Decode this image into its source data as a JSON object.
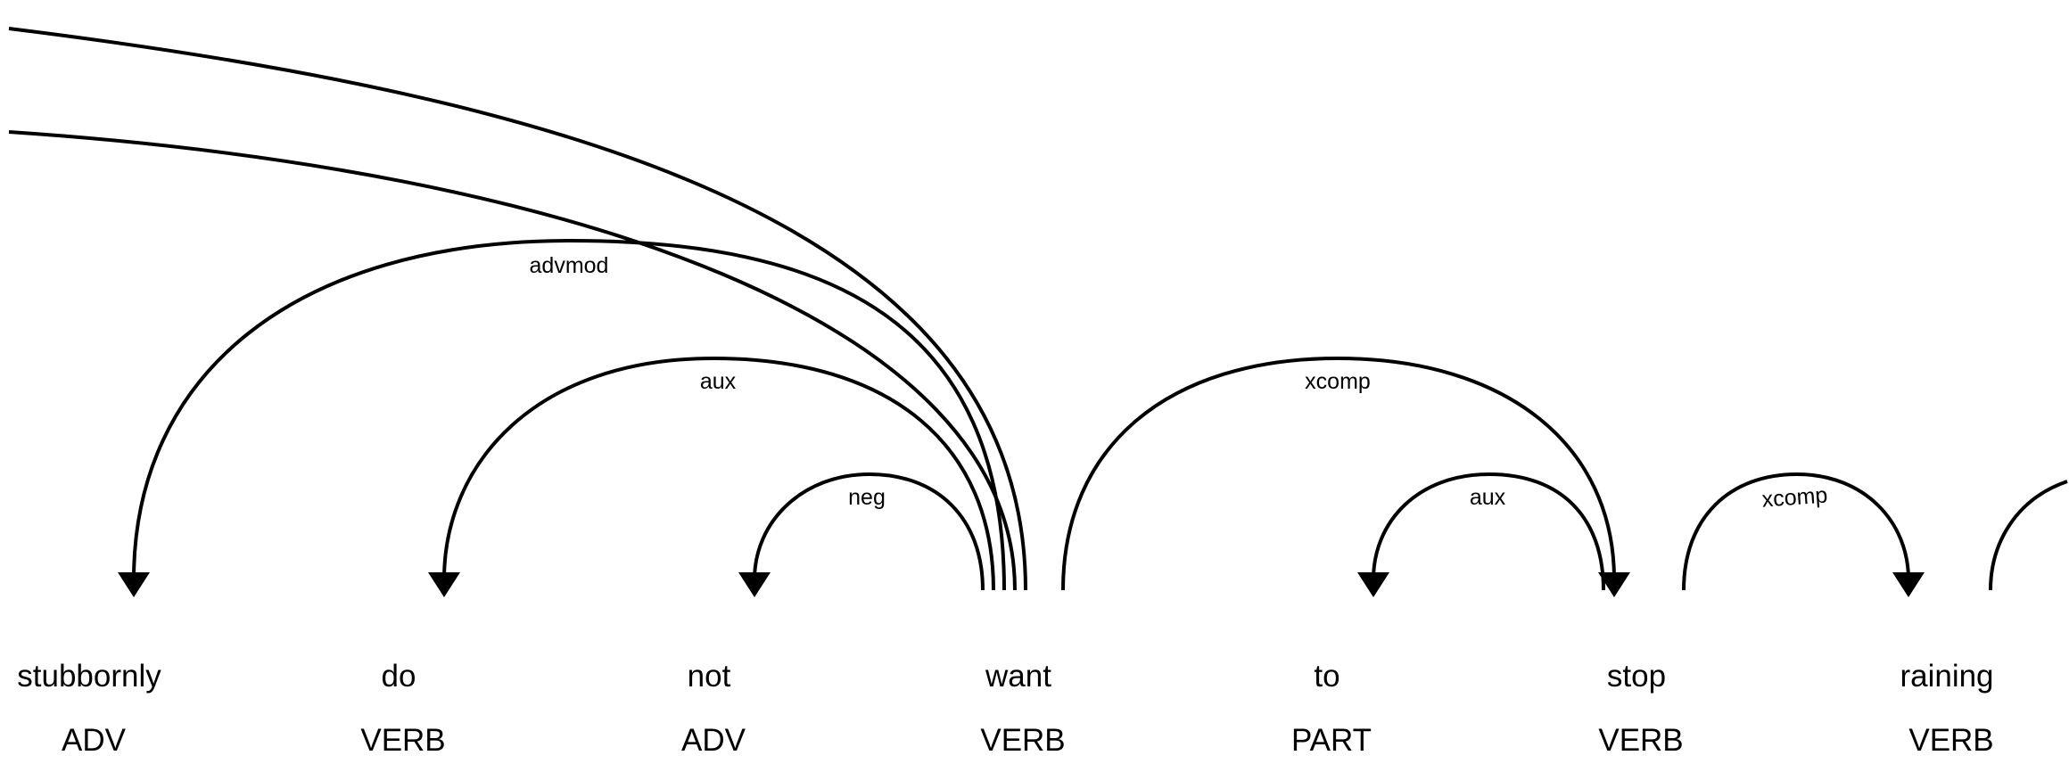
{
  "tokens": [
    {
      "text": "stubbornly",
      "tag": "ADV"
    },
    {
      "text": "do",
      "tag": "VERB"
    },
    {
      "text": "not",
      "tag": "ADV"
    },
    {
      "text": "want",
      "tag": "VERB"
    },
    {
      "text": "to",
      "tag": "PART"
    },
    {
      "text": "stop",
      "tag": "VERB"
    },
    {
      "text": "raining",
      "tag": "VERB"
    }
  ],
  "arcs": [
    {
      "head": "want",
      "dependent": "stubbornly",
      "label": "advmod"
    },
    {
      "head": "want",
      "dependent": "do",
      "label": "aux"
    },
    {
      "head": "want",
      "dependent": "not",
      "label": "neg"
    },
    {
      "head": "want",
      "dependent": "stop",
      "label": "xcomp"
    },
    {
      "head": "stop",
      "dependent": "to",
      "label": "aux"
    },
    {
      "head": "stop",
      "dependent": "raining",
      "label": "xcomp"
    }
  ]
}
